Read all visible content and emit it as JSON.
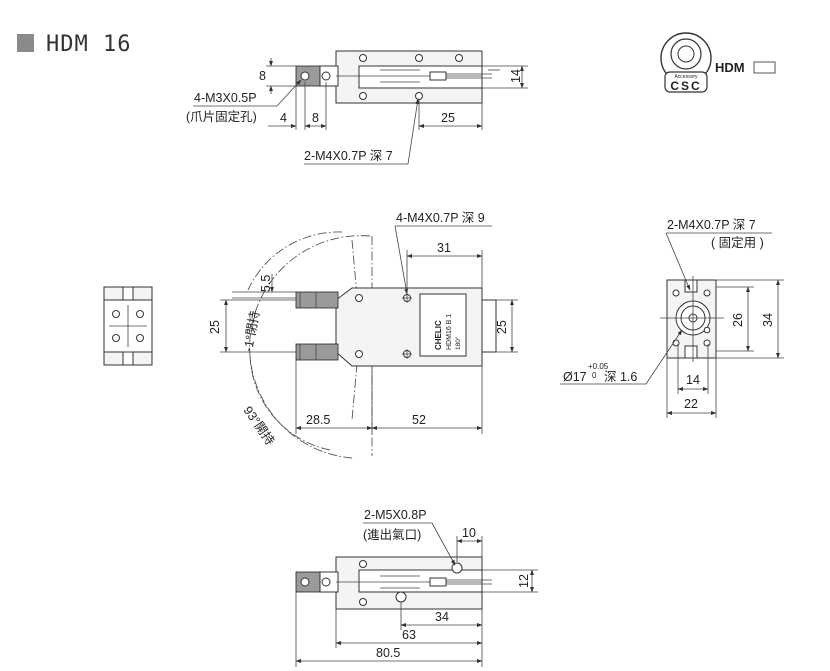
{
  "header": {
    "title": "HDM 16"
  },
  "badge": {
    "ring_text": "Accessory",
    "big_text": "CSC",
    "model": "HDM"
  },
  "top_view": {
    "dim_8_left": "8",
    "dim_14": "14",
    "dim_4": "4",
    "dim_8_bottom": "8",
    "dim_25": "25",
    "callout_claw_thread": "4-M3X0.5P",
    "callout_claw_note": "(爪片固定孔)",
    "callout_mount": "2-M4X0.7P 深 7"
  },
  "front_view": {
    "callout_top": "4-M4X0.7P 深 9",
    "dim_31": "31",
    "dim_5_5": "5.5",
    "dim_25_left": "25",
    "dim_25_right": "25",
    "dim_28_5": "28.5",
    "dim_52": "52",
    "angle_close": "-1°閉持",
    "angle_open": "93°開持",
    "plate_brand": "CHELIC",
    "plate_model": "HDM16 B 1",
    "plate_line2": "180°"
  },
  "side_view": {
    "callout": "2-M4X0.7P 深 7",
    "callout_note": "( 固定用 )",
    "dim_26": "26",
    "dim_34": "34",
    "dim_14": "14",
    "dim_22": "22",
    "dia": "Ø17",
    "tol_plus": "+0.05",
    "tol_minus": "0",
    "depth": "深 1.6"
  },
  "bottom_view": {
    "callout": "2-M5X0.8P",
    "callout_note": "(進出氣口)",
    "dim_10": "10",
    "dim_12": "12",
    "dim_34": "34",
    "dim_63": "63",
    "dim_80_5": "80.5"
  }
}
